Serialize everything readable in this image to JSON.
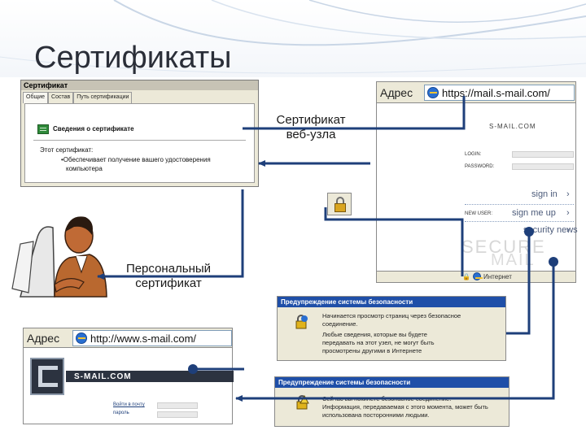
{
  "slide": {
    "title": "Сертификаты"
  },
  "cert_dialog": {
    "title": "Сертификат",
    "tabs": [
      "Общие",
      "Состав",
      "Путь сертификации"
    ],
    "heading": "Сведения о сертификате",
    "this_cert": "Этот сертификат:",
    "bullet": "•Обеспечивает получение вашего удостоверения",
    "bullet_cont": "компьютера"
  },
  "callouts": {
    "site_cert_line1": "Сертификат",
    "site_cert_line2": "веб-узла",
    "personal_line1": "Персональный",
    "personal_line2": "сертификат"
  },
  "browser_top": {
    "address_label": "Адрес",
    "url": "https://mail.s-mail.com/",
    "logo": "S-MAIL.COM",
    "login_label": "LOGIN:",
    "password_label": "PASSWORD:",
    "sign_in": "sign in",
    "new_user_label": "NEW USER:",
    "sign_me_up": "sign me up",
    "security_news": "security news",
    "watermark_1": "SECURE",
    "watermark_2": "MAIL",
    "status_zone": "Интернет"
  },
  "browser_bottom": {
    "address_label": "Адрес",
    "url": "http://www.s-mail.com/",
    "logo": "S-MAIL.COM",
    "link_1": "Войти в почту",
    "link_2": "пароль"
  },
  "warning_1": {
    "title": "Предупреждение системы безопасности",
    "line1": "Начинается просмотр страниц через безопасное",
    "line2": "соединение.",
    "line3": "Любые сведения, которые вы будете",
    "line4": "передавать на этот узел, не могут быть",
    "line5": "просмотрены другими в Интернете"
  },
  "warning_2": {
    "title": "Предупреждение системы безопасности",
    "line1": "Сейчас вы покинете безопасное соединение.",
    "line2": "Информация, передаваемая с этого момента, может быть",
    "line3": "использована посторонними людьми."
  },
  "colors": {
    "connector": "#1e3f7a",
    "warn_title_bg": "#1f4fa8",
    "dialog_bg": "#ece9d8"
  }
}
